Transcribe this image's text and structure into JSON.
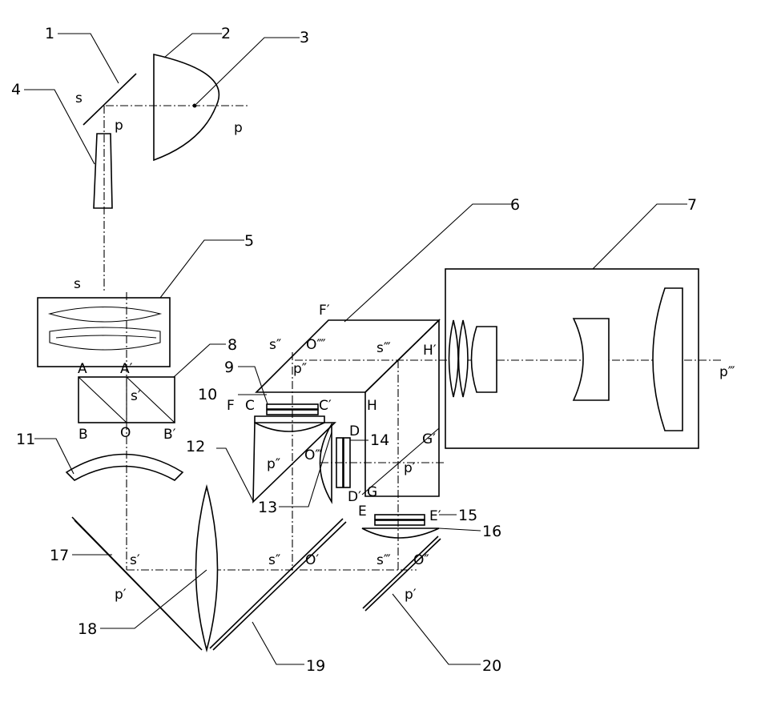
{
  "part_numbers": [
    "1",
    "2",
    "3",
    "4",
    "5",
    "6",
    "7",
    "8",
    "9",
    "10",
    "11",
    "12",
    "13",
    "14",
    "15",
    "16",
    "17",
    "18",
    "19",
    "20"
  ],
  "labels": {
    "s": "s",
    "p": "p",
    "s_prime": "s′",
    "p_prime": "p′",
    "s_dprime": "s″",
    "p_dprime": "p″",
    "s_tprime": "s‴",
    "p_tprime": "p‴",
    "O": "O",
    "O_prime": "O′",
    "O_dprime": "O″",
    "O_tprime": "O‴",
    "O_qprime": "O⁗",
    "A": "A",
    "A_prime": "A′",
    "B": "B",
    "B_prime": "B′",
    "C": "C",
    "C_prime": "C′",
    "D": "D",
    "D_prime": "D′",
    "E": "E",
    "E_prime": "E′",
    "F": "F",
    "F_prime": "F′",
    "G": "G",
    "G_prime": "G′",
    "H": "H",
    "H_prime": "H′"
  }
}
